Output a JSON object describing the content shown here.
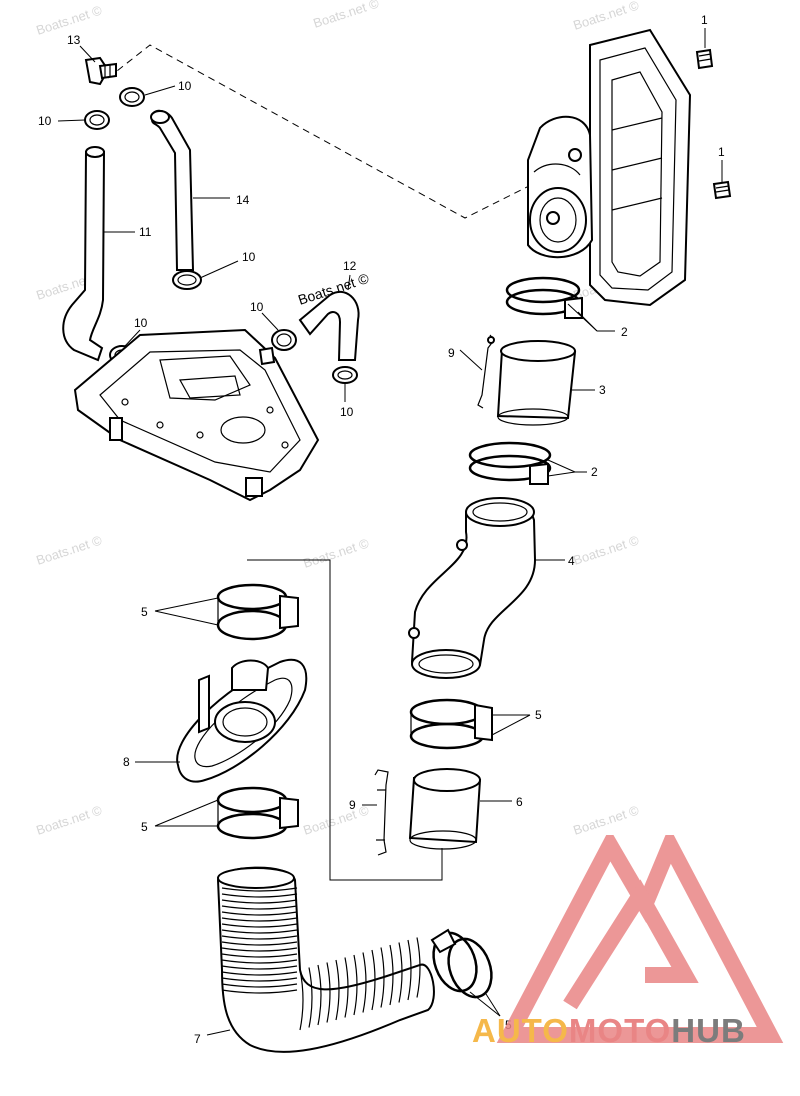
{
  "watermark": "Boats.net ©",
  "callouts": {
    "c1a": "1",
    "c1b": "1",
    "c2a": "2",
    "c2b": "2",
    "c3": "3",
    "c4": "4",
    "c5a": "5",
    "c5b": "5",
    "c5c": "5",
    "c5d": "5",
    "c6": "6",
    "c7": "7",
    "c8": "8",
    "c9a": "9",
    "c9b": "9",
    "c10a": "10",
    "c10b": "10",
    "c10c": "10",
    "c10d": "10",
    "c10e": "10",
    "c10f": "10",
    "c11": "11",
    "c12": "12",
    "c13": "13",
    "c14": "14"
  },
  "logo": {
    "part1": "AUTO",
    "part2": "MOTO",
    "part3": "HUB",
    "color_orange": "#f5b84a",
    "color_red": "#e98585",
    "color_gray": "#7c7c7c"
  }
}
